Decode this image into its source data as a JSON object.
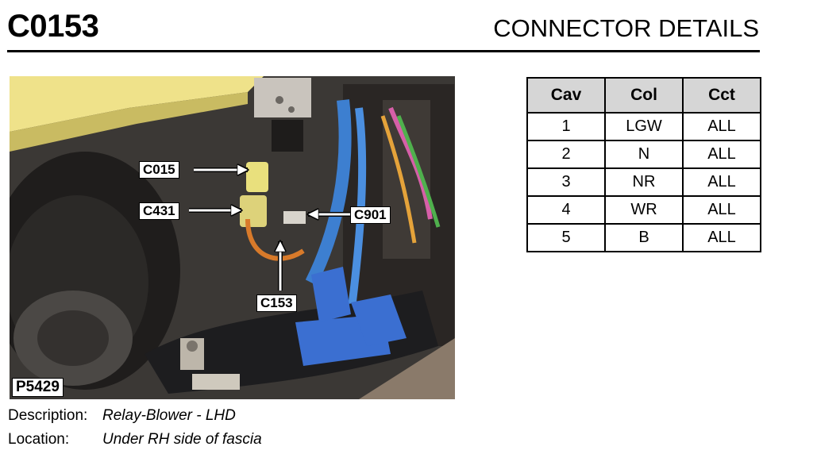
{
  "header": {
    "code": "C0153",
    "title": "CONNECTOR DETAILS"
  },
  "photo": {
    "id": "P5429",
    "callouts": [
      "C015",
      "C431",
      "C901",
      "C153"
    ]
  },
  "table": {
    "headers": [
      "Cav",
      "Col",
      "Cct"
    ],
    "rows": [
      [
        "1",
        "LGW",
        "ALL"
      ],
      [
        "2",
        "N",
        "ALL"
      ],
      [
        "3",
        "NR",
        "ALL"
      ],
      [
        "4",
        "WR",
        "ALL"
      ],
      [
        "5",
        "B",
        "ALL"
      ]
    ]
  },
  "info": {
    "description_label": "Description:",
    "description_value": "Relay-Blower - LHD",
    "location_label": "Location:",
    "location_value": "Under RH side of fascia"
  }
}
